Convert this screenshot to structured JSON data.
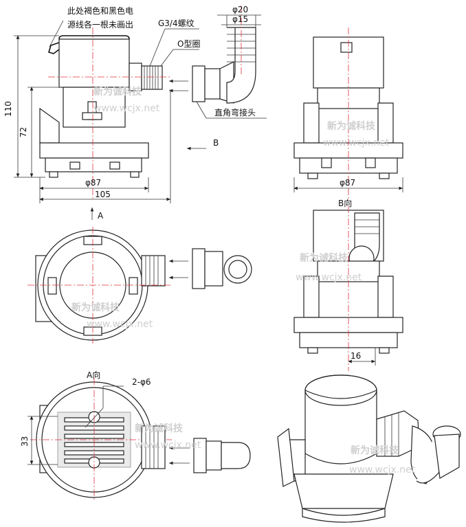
{
  "notes": {
    "wire_note_line1": "此处褐色和黑色电",
    "wire_note_line2": "源线各一根未画出",
    "thread": "G3/4螺纹",
    "oring": "O型圈",
    "elbow": "直角弯接头"
  },
  "dimensions": {
    "d20": "φ20",
    "d15": "φ15",
    "h110": "110",
    "h72": "72",
    "d87_front": "φ87",
    "w105": "105",
    "d87_side": "φ87",
    "w16": "16",
    "h33": "33",
    "holes": "2-φ6"
  },
  "views": {
    "arrow_b": "B",
    "arrow_a": "A",
    "view_b": "B向",
    "view_a": "A向"
  },
  "watermark": {
    "cn": "新为诚科技",
    "url": "www.wcjx.net"
  }
}
